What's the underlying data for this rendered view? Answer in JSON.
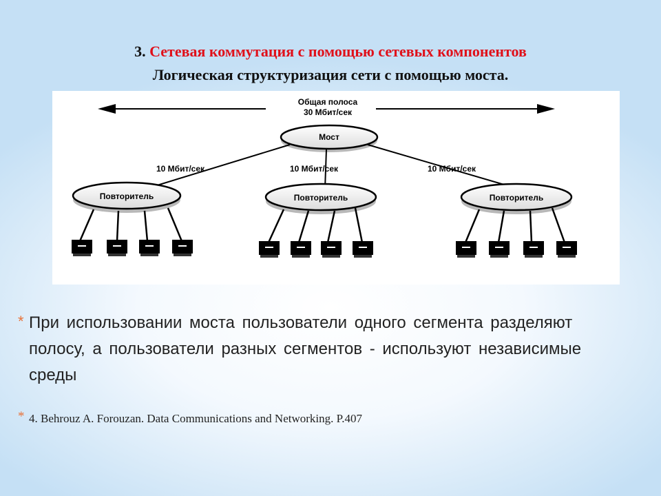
{
  "title": {
    "number": "3.",
    "line1_red": "Сетевая коммутация с помощью сетевых компонентов",
    "line2": "Логическая структуризация сети с помощью моста."
  },
  "diagram": {
    "shared_bandwidth_line1": "Общая полоса",
    "shared_bandwidth_line2": "30 Мбит/сек",
    "bridge_label": "Мост",
    "segment_bandwidth": [
      "10 Мбит/сек",
      "10 Мбит/сек",
      "10 Мбит/сек"
    ],
    "repeater_label": [
      "Повторитель",
      "Повторитель",
      "Повторитель"
    ]
  },
  "bullets": {
    "main": "При использовании моста пользователи одного сегмента разделяют полосу, а пользователи разных сегментов - используют независимые среды",
    "reference": "4. Behrouz A. Forouzan. Data Communications and Networking. P.407"
  },
  "colors": {
    "accent_red": "#e0101a",
    "bullet_star": "#e8733a"
  }
}
